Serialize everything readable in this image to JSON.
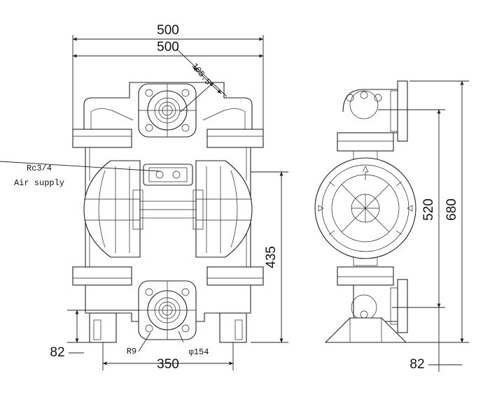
{
  "dimensions": {
    "overall_width": "500",
    "flange_width": "500",
    "flange_offset": "105.5",
    "height_center": "435",
    "height_side": "520",
    "height_total": "680",
    "foot_height_left": "82",
    "foot_height_right": "82",
    "foot_spacing": "350",
    "foot_radius": "R9",
    "flange_diameter": "φ154"
  },
  "labels": {
    "air_line1": "Rc3/4",
    "air_line2": "Air supply"
  },
  "colors": {
    "line": "#222222",
    "background": "#ffffff"
  }
}
